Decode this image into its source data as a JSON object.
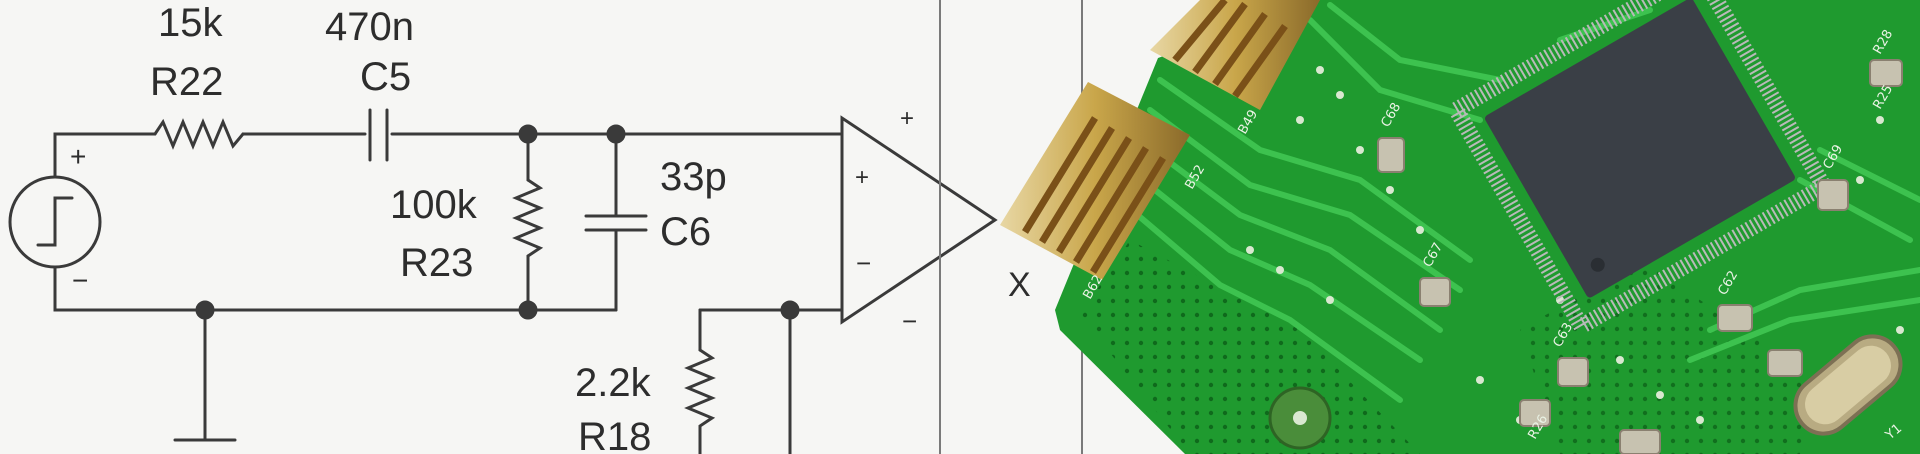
{
  "schematic": {
    "r22_value": "15k",
    "r22_name": "R22",
    "c5_value": "470n",
    "c5_name": "C5",
    "r23_value": "100k",
    "r23_name": "R23",
    "c6_value": "33p",
    "c6_name": "C6",
    "r18_value": "2.2k",
    "r18_name": "R18",
    "source_plus": "+",
    "source_minus": "−",
    "opamp_plus_in": "+",
    "opamp_minus_in": "−",
    "rail_plus": "+",
    "rail_minus": "−",
    "output_node": "X"
  },
  "pcb": {
    "silkscreen": [
      "C68",
      "C67",
      "C69",
      "C62",
      "C63",
      "R25",
      "R26",
      "R28",
      "B52",
      "B62",
      "B49",
      "Y1"
    ],
    "colors": {
      "board": "#1f9a2f",
      "board_dark": "#137a22",
      "trace": "#38b848",
      "gold": "#c9a64a",
      "chip": "#3a3f46"
    }
  }
}
